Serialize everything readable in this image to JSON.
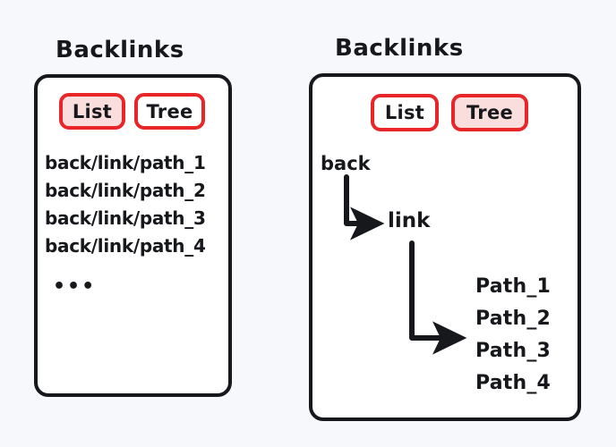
{
  "background_color": "#f7f8fb",
  "accent_color": "#e8262a",
  "accent_fill_color": "#fadddd",
  "ink_color": "#17181c",
  "card_background": "#ffffff",
  "panels": {
    "left": {
      "title": "Backlinks",
      "mode": "list",
      "tabs": [
        {
          "label": "List",
          "selected": true
        },
        {
          "label": "Tree",
          "selected": false
        }
      ],
      "list_items": [
        "back/link/path_1",
        "back/link/path_2",
        "back/link/path_3",
        "back/link/path_4"
      ],
      "overflow_indicator": "•••"
    },
    "right": {
      "title": "Backlinks",
      "mode": "tree",
      "tabs": [
        {
          "label": "List",
          "selected": false
        },
        {
          "label": "Tree",
          "selected": true
        }
      ],
      "tree": {
        "root": "back",
        "child": "link",
        "leaves": [
          "Path_1",
          "Path_2",
          "Path_3",
          "Path_4"
        ]
      }
    }
  }
}
